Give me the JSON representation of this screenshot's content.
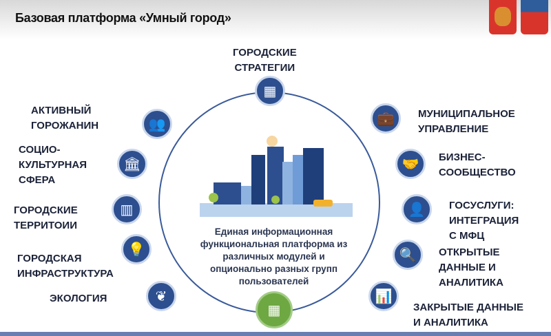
{
  "title": "Базовая платформа «Умный город»",
  "center_text": "Единая информационная функциональная платформа из различных модулей и опционально разных групп пользователей",
  "modules": {
    "top": "ГОРОДСКИЕ\nСТРАТЕГИИ",
    "active": "АКТИВНЫЙ\nГОРОЖАНИН",
    "social": "СОЦИО-\nКУЛЬТУРНАЯ\nСФЕРА",
    "territories": "ГОРОДСКИЕ\nТЕРРИТОИИ",
    "infra": "ГОРОДСКАЯ\nИНФРАСТРУКТУРА",
    "ecology": "ЭКОЛОГИЯ",
    "municipal": "МУНИЦИПАЛЬНОЕ\nУПРАВЛЕНИЕ",
    "business": "БИЗНЕС-\nСООБЩЕСТВО",
    "gosuslugi": "ГОСУСЛУГИ:\nИНТЕГРАЦИЯ\nС МФЦ",
    "open_data": "ОТКРЫТЫЕ\nДАННЫЕ И\nАНАЛИТИКА",
    "closed_data": "ЗАКРЫТЫЕ ДАННЫЕ\nИ АНАЛИТИКА"
  },
  "colors": {
    "navy": "#2d4f8f",
    "green": "#6ea842"
  }
}
